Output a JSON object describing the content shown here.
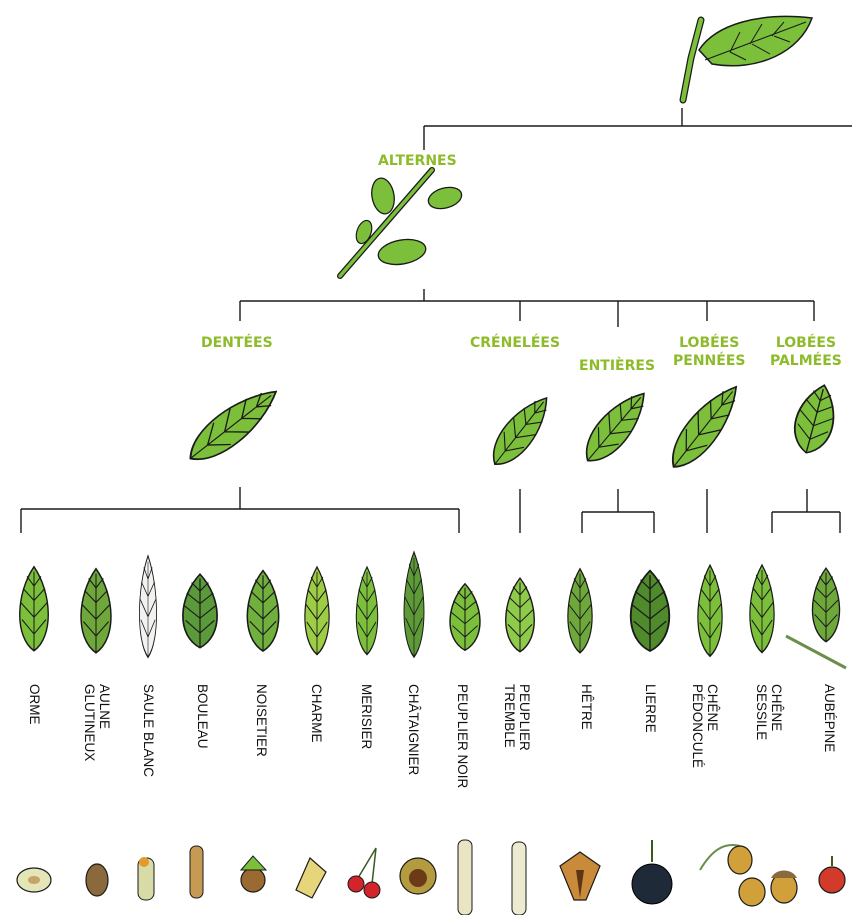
{
  "categories": {
    "alternes": "ALTERNES",
    "dentees": "DENTÉES",
    "crenelees": "CRÉNELÉES",
    "entieres": "ENTIÈRES",
    "lobees_pennees": [
      "LOBÉES",
      "PENNÉES"
    ],
    "lobees_palmees": [
      "LOBÉES",
      "PALMÉES"
    ]
  },
  "species": [
    {
      "id": "orme",
      "lines": [
        "ORME"
      ],
      "fruit": "samara-icon"
    },
    {
      "id": "aulne",
      "lines": [
        "AULNE",
        "GLUTINEUX"
      ],
      "fruit": "cone-icon"
    },
    {
      "id": "saule",
      "lines": [
        "SAULE BLANC"
      ],
      "fruit": "catkin-icon"
    },
    {
      "id": "bouleau",
      "lines": [
        "BOULEAU"
      ],
      "fruit": "catkin-icon"
    },
    {
      "id": "noisetier",
      "lines": [
        "NOISETIER"
      ],
      "fruit": "hazelnut-icon"
    },
    {
      "id": "charme",
      "lines": [
        "CHARME"
      ],
      "fruit": "winged-nut-icon"
    },
    {
      "id": "merisier",
      "lines": [
        "MERISIER"
      ],
      "fruit": "cherry-icon"
    },
    {
      "id": "chataignier",
      "lines": [
        "CHÂTAIGNIER"
      ],
      "fruit": "chestnut-icon"
    },
    {
      "id": "peuplier-noir",
      "lines": [
        "PEUPLIER NOIR"
      ],
      "fruit": "catkin-icon"
    },
    {
      "id": "peuplier-tremble",
      "lines": [
        "PEUPLIER",
        "TREMBLE"
      ],
      "fruit": "catkin-icon"
    },
    {
      "id": "hetre",
      "lines": [
        "HÊTRE"
      ],
      "fruit": "beechnut-icon"
    },
    {
      "id": "lierre",
      "lines": [
        "LIERRE"
      ],
      "fruit": "berry-cluster-icon"
    },
    {
      "id": "chene-pedoncule",
      "lines": [
        "CHÊNE",
        "PÉDONCULÉ"
      ],
      "fruit": "acorn-icon"
    },
    {
      "id": "chene-sessile",
      "lines": [
        "CHÊNE",
        "SESSILE"
      ],
      "fruit": "acorn-icon"
    },
    {
      "id": "aubepine",
      "lines": [
        "AUBÉPINE"
      ],
      "fruit": "haw-berry-icon"
    }
  ],
  "colors": {
    "category_text": "#8dbb2a",
    "leaf_fill": "#7bbf3a",
    "leaf_dark": "#4f8a2b",
    "line": "#1a1a1a"
  }
}
